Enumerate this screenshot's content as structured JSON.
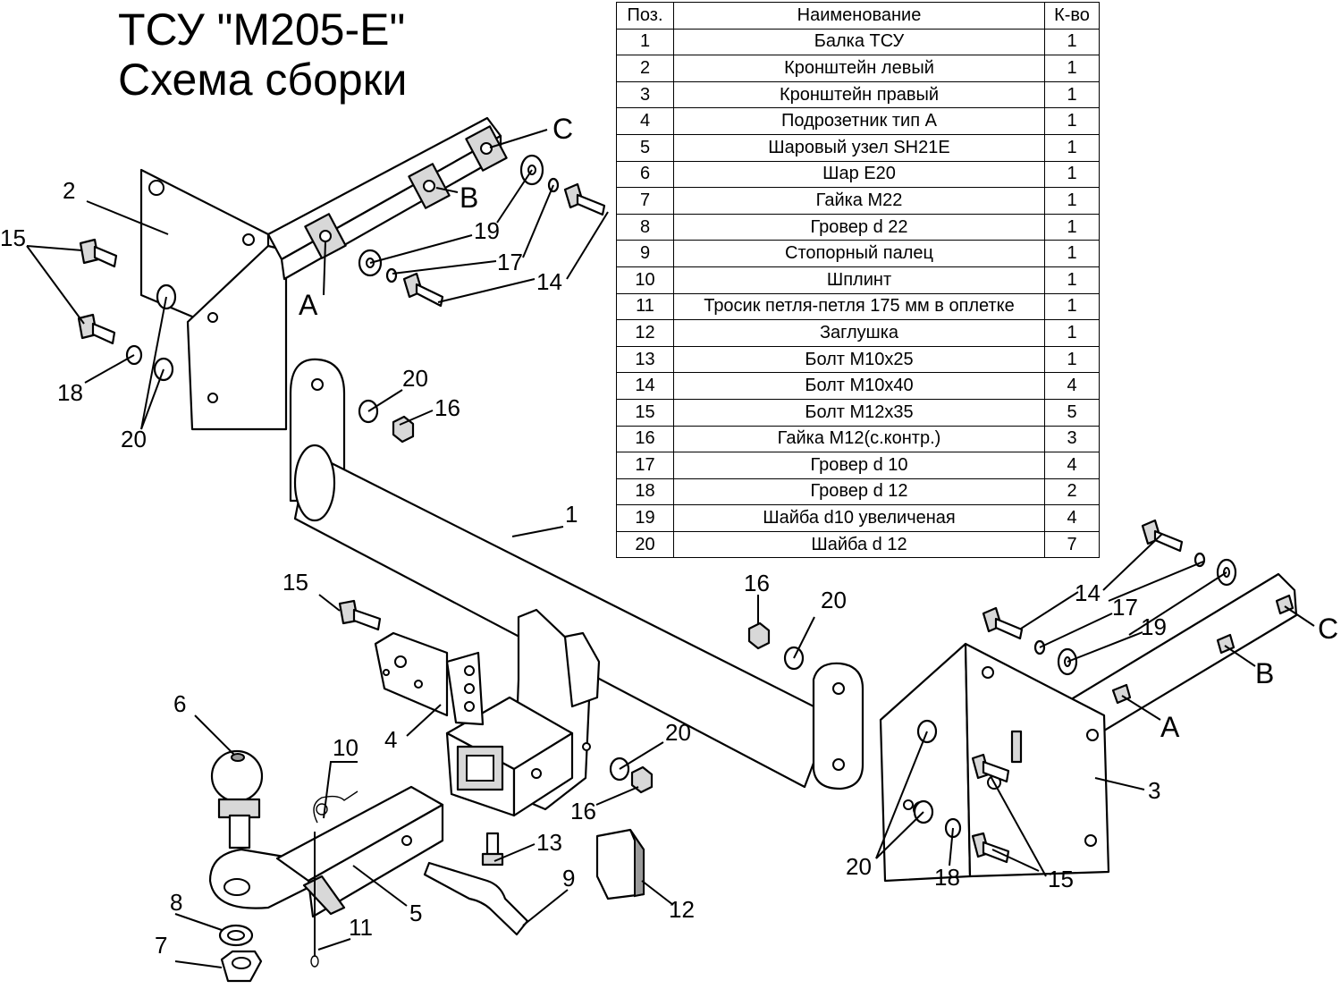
{
  "title": {
    "line1": "ТСУ \"М205-Е\"",
    "line2": "Схема сборки"
  },
  "table": {
    "headers": [
      "Поз.",
      "Наименование",
      "К-во"
    ],
    "rows": [
      {
        "pos": "1",
        "name": "Балка ТСУ",
        "qty": "1"
      },
      {
        "pos": "2",
        "name": "Кронштейн левый",
        "qty": "1"
      },
      {
        "pos": "3",
        "name": "Кронштейн правый",
        "qty": "1"
      },
      {
        "pos": "4",
        "name": "Подрозетник тип А",
        "qty": "1"
      },
      {
        "pos": "5",
        "name": "Шаровый узел SH21E",
        "qty": "1"
      },
      {
        "pos": "6",
        "name": "Шар Е20",
        "qty": "1"
      },
      {
        "pos": "7",
        "name": "Гайка М22",
        "qty": "1"
      },
      {
        "pos": "8",
        "name": "Гровер d 22",
        "qty": "1"
      },
      {
        "pos": "9",
        "name": "Стопорный палец",
        "qty": "1"
      },
      {
        "pos": "10",
        "name": "Шплинт",
        "qty": "1"
      },
      {
        "pos": "11",
        "name": "Тросик петля-петля 175 мм в оплетке",
        "qty": "1"
      },
      {
        "pos": "12",
        "name": "Заглушка",
        "qty": "1"
      },
      {
        "pos": "13",
        "name": "Болт М10х25",
        "qty": "1"
      },
      {
        "pos": "14",
        "name": "Болт М10х40",
        "qty": "4"
      },
      {
        "pos": "15",
        "name": "Болт М12х35",
        "qty": "5"
      },
      {
        "pos": "16",
        "name": "Гайка М12(с.контр.)",
        "qty": "3"
      },
      {
        "pos": "17",
        "name": "Гровер d 10",
        "qty": "4"
      },
      {
        "pos": "18",
        "name": "Гровер d 12",
        "qty": "2"
      },
      {
        "pos": "19",
        "name": "Шайба d10 увеличеная",
        "qty": "4"
      },
      {
        "pos": "20",
        "name": "Шайба d 12",
        "qty": "7"
      }
    ]
  },
  "callouts": {
    "c1": "1",
    "c2": "2",
    "c3": "3",
    "c4": "4",
    "c5": "5",
    "c6": "6",
    "c7": "7",
    "c8": "8",
    "c9": "9",
    "c10": "10",
    "c11": "11",
    "c12": "12",
    "c13": "13",
    "c14": "14",
    "c15": "15",
    "c16": "16",
    "c17": "17",
    "c18": "18",
    "c19": "19",
    "c20": "20",
    "A": "A",
    "B": "B",
    "C": "C"
  }
}
